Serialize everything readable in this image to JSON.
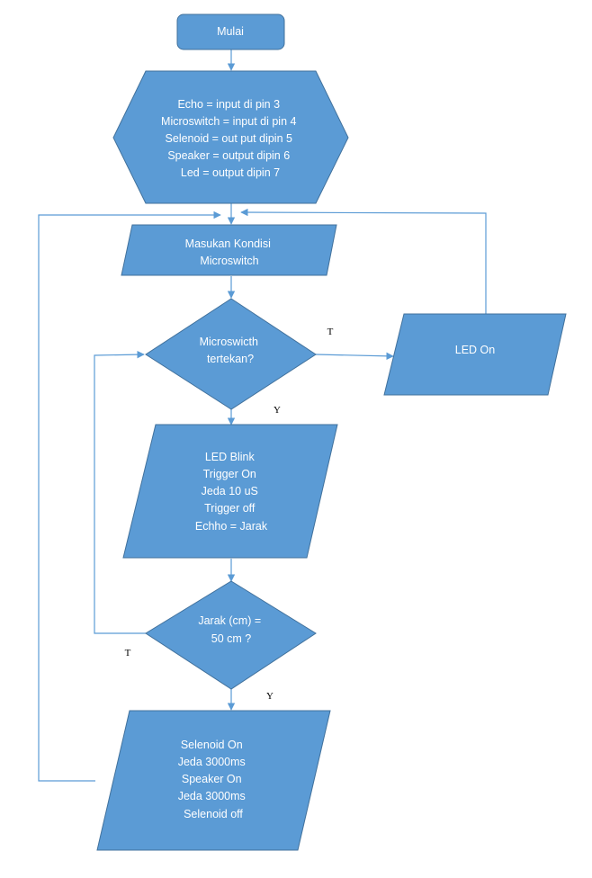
{
  "nodes": {
    "start": {
      "lines": [
        "Mulai"
      ]
    },
    "init": {
      "lines": [
        "Echo = input di pin 3",
        "Microswitch = input di pin 4",
        "Selenoid = out put dipin 5",
        "Speaker = output dipin 6",
        "Led = output dipin 7"
      ]
    },
    "input_microswitch": {
      "lines": [
        "Masukan Kondisi",
        "Microswitch"
      ]
    },
    "decision_pressed": {
      "lines": [
        "Microswicth",
        "tertekan?"
      ]
    },
    "led_on": {
      "lines": [
        "LED On"
      ]
    },
    "measure": {
      "lines": [
        "LED Blink",
        "Trigger On",
        "Jeda 10 uS",
        "Trigger off",
        "Echho = Jarak"
      ]
    },
    "decision_distance": {
      "lines": [
        "Jarak (cm) =",
        "50 cm ?"
      ]
    },
    "actuate": {
      "lines": [
        "Selenoid On",
        "Jeda 3000ms",
        "Speaker On",
        "Jeda 3000ms",
        "Selenoid off"
      ]
    }
  },
  "edge_labels": {
    "pressed_no": "T",
    "pressed_yes": "Y",
    "distance_no": "T",
    "distance_yes": "Y"
  },
  "colors": {
    "node_fill": "#5b9bd5",
    "node_stroke": "#41719c",
    "edge": "#5b9bd5",
    "text": "#ffffff"
  }
}
